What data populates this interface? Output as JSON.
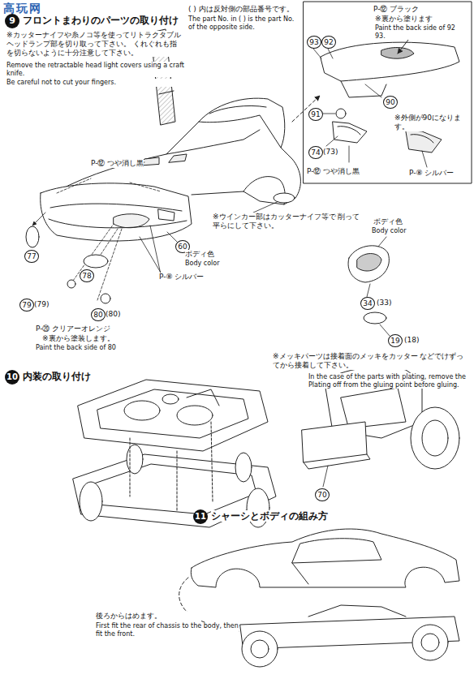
{
  "diagram": {
    "labels": [
      "高玩网",
      "9",
      "フロントまわりのパーツの取り付け",
      "※カッターナイフや糸ノコ等を使ってリトラクタブル ヘッドランプ部を切り取って下さい。 くれぐれも指を切らないように十分注意して下さい。",
      "Remove the retractable head light covers using a craft knife.",
      "Be careful not to cut your fingers.",
      "( ) 内は反対側の部品番号です。",
      "The part No. in ( ) is the part No. of the opposite side.",
      "P-⑫ ブラック",
      "※裏から塗ります",
      "Paint the back side of 92 93.",
      "93",
      "92",
      "90",
      "91",
      "74",
      "(73)",
      "P-⑫ つや消し黒",
      "※外側が90になります。",
      "P-⑧ シルバー",
      "P-⑫ つや消し黒",
      "77",
      "79",
      "(79)",
      "78",
      "80",
      "(80)",
      "P-⑧ シルバー",
      "60",
      "ボディ色",
      "Body color",
      "P-⑳ クリアーオレンジ",
      "※裏から塗装します。",
      "Paint the back side of 80",
      "※ウインカー部はカッターナイフ等で 削って平らにして下さい。",
      "ボディ色",
      "Body color",
      "34",
      "(33)",
      "19",
      "(18)",
      "※メッキパーツは接着面のメッキをカッター などでけずってから接着して下さい。",
      "In the case of the parts with plating, remove the Plating off from the gluing point before gluing.",
      "10",
      "内装の取り付け",
      "70",
      "11",
      "シャーシとボディの組み方",
      "後ろからはめます。",
      "First fit the rear of chassis to the body, then fit the front."
    ]
  }
}
